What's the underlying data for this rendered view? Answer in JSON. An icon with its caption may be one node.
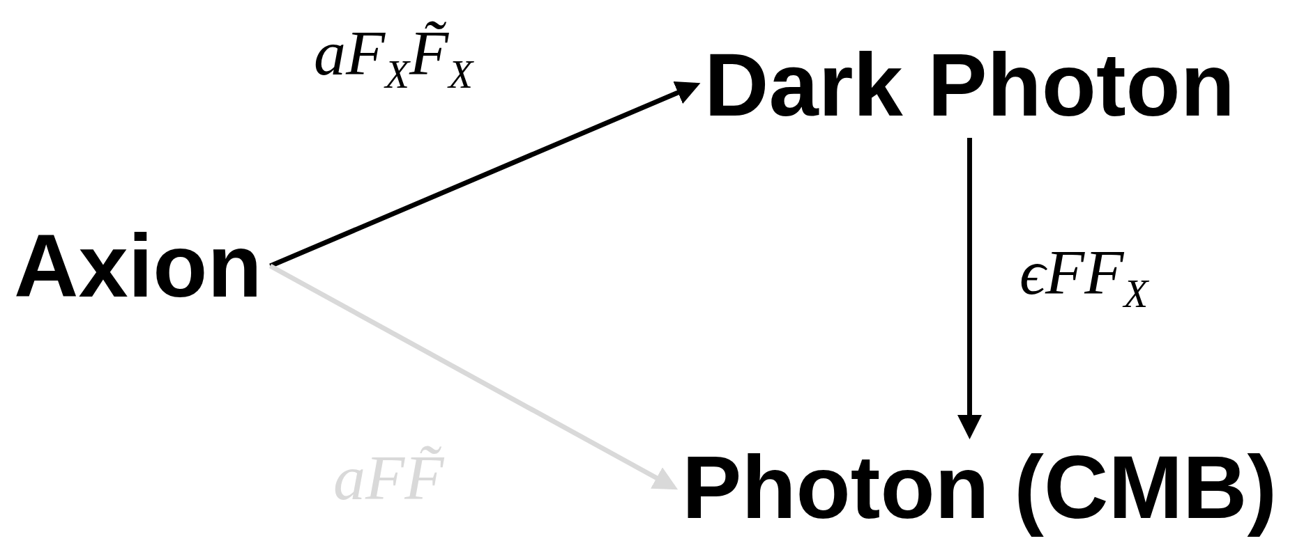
{
  "diagram": {
    "nodes": [
      {
        "text": [
          "Axion"
        ]
      },
      {
        "text": [
          "Dark Photon"
        ]
      },
      {
        "text": [
          "Photon (CMB)"
        ]
      }
    ],
    "edges": [
      {
        "from": 0,
        "to": 1,
        "arrow": "to",
        "label": "aF$_{X}$F̃$_{X}$"
      },
      {
        "from": 1,
        "to": 2,
        "arrow": "to",
        "label": "ϵFF$_{X}$"
      },
      {
        "from": 0,
        "to": 2,
        "arrow": "to",
        "label": "aFF̃",
        "color": "#d9d9d9"
      }
    ]
  }
}
